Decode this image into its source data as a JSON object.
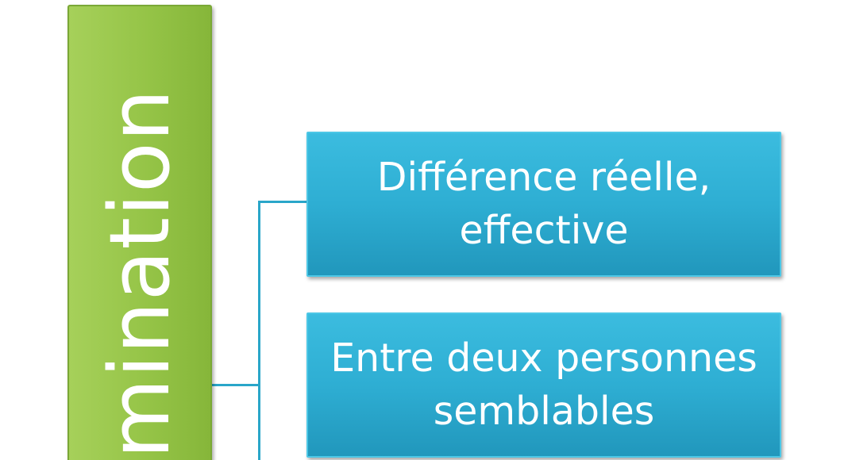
{
  "diagram": {
    "root": {
      "label": "mination"
    },
    "children": [
      {
        "line1": "Différence réelle,",
        "line2": "effective"
      },
      {
        "line1": "Entre deux personnes",
        "line2": "semblables"
      }
    ],
    "colors": {
      "root_fill": "#95c447",
      "child_fill": "#2eaed3",
      "connector": "#2aa6c9",
      "text": "#ffffff"
    }
  }
}
